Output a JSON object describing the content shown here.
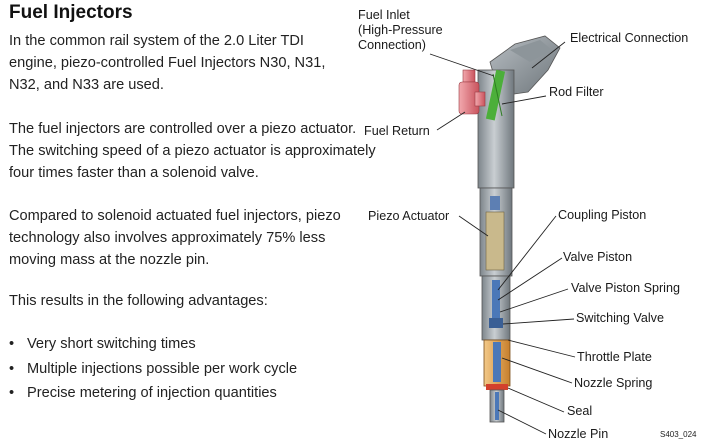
{
  "title": "Fuel Injectors",
  "paragraphs": [
    "In the common rail system of the 2.0 Liter TDI engine, piezo-controlled Fuel Injectors N30, N31, N32, and N33 are used.",
    "The fuel injectors are controlled over a piezo actuator. The switching speed of a piezo actuator is approximately four times faster than a solenoid valve.",
    "Compared to solenoid actuated fuel injectors, piezo technology also involves approximately 75% less moving mass at the nozzle pin.",
    "This results in the following advantages:"
  ],
  "bullet_symbol": "•",
  "bullets": [
    "Very short switching times",
    "Multiple injections possible per work cycle",
    "Precise metering of injection quantities"
  ],
  "labels": {
    "fuel_inlet": "Fuel Inlet",
    "fuel_inlet_sub1": "(High-Pressure",
    "fuel_inlet_sub2": "Connection)",
    "electrical_connection": "Electrical Connection",
    "rod_filter": "Rod Filter",
    "fuel_return": "Fuel Return",
    "piezo_actuator": "Piezo Actuator",
    "coupling_piston": "Coupling Piston",
    "valve_piston": "Valve Piston",
    "valve_piston_spring": "Valve Piston Spring",
    "switching_valve": "Switching Valve",
    "throttle_plate": "Throttle Plate",
    "nozzle_spring": "Nozzle Spring",
    "seal": "Seal",
    "nozzle_pin": "Nozzle Pin"
  },
  "figure_code": "S403_024",
  "colors": {
    "body_gray": "#9aa1a6",
    "body_dark": "#5e666c",
    "fuel_return_red": "#e07a82",
    "rod_filter_green": "#4caf3a",
    "nozzle_orange": "#e0a24a",
    "seal_red": "#d3402c",
    "nozzle_blue": "#4b78b8"
  }
}
